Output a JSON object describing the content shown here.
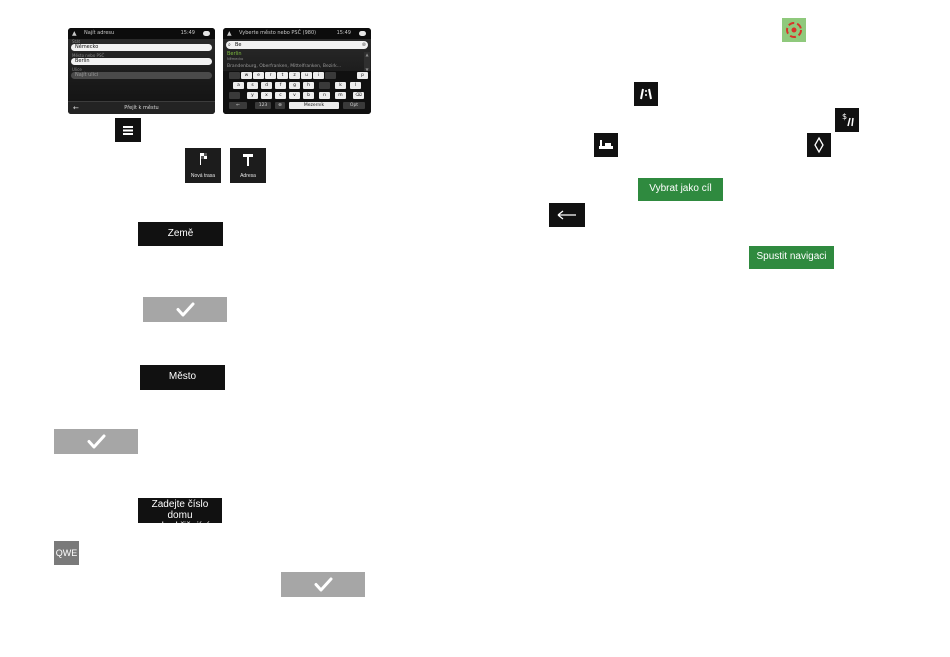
{
  "screen_left": {
    "title": "Najít adresu",
    "time": "15:49",
    "country_label": "Stát",
    "country_value": "Německo",
    "city_label": "Město nebo PSČ",
    "city_value": "Berlin",
    "street_label": "Ulice",
    "street_placeholder": "Najít ulici",
    "bottom_label": "Přejít k městu"
  },
  "screen_right": {
    "title": "Vyberte město nebo PSČ (980)",
    "time": "15:49",
    "query": "Be",
    "result_city": "Berlin",
    "result_country": "Německo",
    "result_more": "Brandenburg, Oberfranken, Mittelfranken, Bezirk...",
    "keyboard_row1": [
      "w",
      "e",
      "r",
      "t",
      "z",
      "u",
      "i",
      "",
      "p"
    ],
    "keyboard_row2": [
      "a",
      "s",
      "d",
      "f",
      "g",
      "h",
      "",
      "k",
      "l"
    ],
    "keyboard_row3": [
      "",
      "y",
      "x",
      "c",
      "v",
      "b",
      "n",
      "m",
      "⌫"
    ],
    "key_123": "123",
    "key_space": "Mezerník",
    "key_opt": "Opt"
  },
  "tiles": {
    "new_route": "Nová trasa",
    "address": "Adresa"
  },
  "buttons": {
    "country": "Země",
    "city": "Město",
    "house": "Zadejte číslo domu nebo křižující ulici...",
    "house_line1": "Zadejte číslo domu",
    "house_line2": "nebo křižující ulici...",
    "qwe": "QWE",
    "select_destination": "Vybrat jako cíl",
    "start_navigation": "Spustit navigaci"
  },
  "colors": {
    "green_button": "#2f8a3f",
    "black_button": "#111111",
    "gray_button": "#a6a6a6"
  },
  "icons": {
    "menu": "hamburger-icon",
    "check": "checkmark-icon",
    "back": "arrow-left-icon",
    "highway": "highway-icon",
    "toll": "toll-road-icon",
    "ferry": "ferry-icon",
    "unpaved": "unpaved-road-icon",
    "cursor": "red-cursor-icon"
  }
}
